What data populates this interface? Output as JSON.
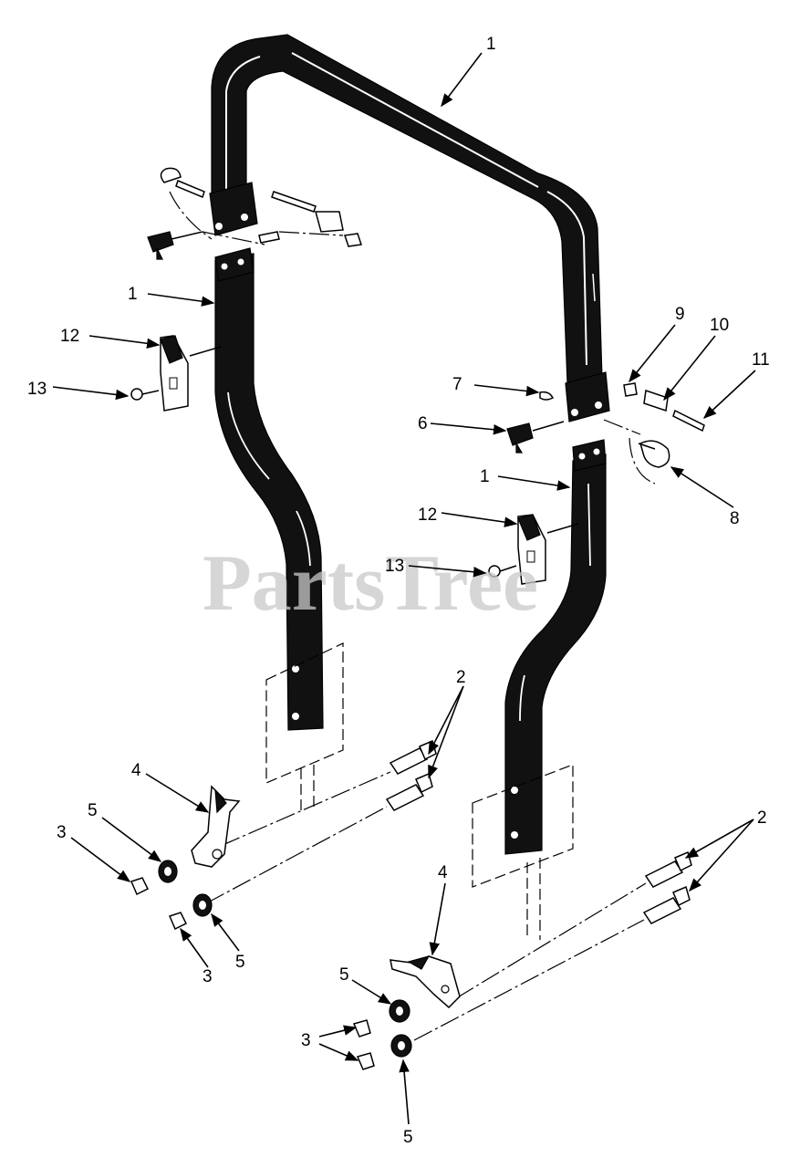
{
  "watermark": "PartsTree",
  "callouts": {
    "c1_top": "1",
    "c1_left": "1",
    "c1_right": "1",
    "c12_left": "12",
    "c13_left": "13",
    "c12_right": "12",
    "c13_right": "13",
    "c7": "7",
    "c6": "6",
    "c9": "9",
    "c10": "10",
    "c11": "11",
    "c8": "8",
    "c2_left": "2",
    "c2_right": "2",
    "c4_left": "4",
    "c4_right": "4",
    "c5_left_a": "5",
    "c5_left_b": "5",
    "c5_right_a": "5",
    "c5_right_b": "5",
    "c3_left_a": "3",
    "c3_left_b": "3",
    "c3_right": "3"
  }
}
